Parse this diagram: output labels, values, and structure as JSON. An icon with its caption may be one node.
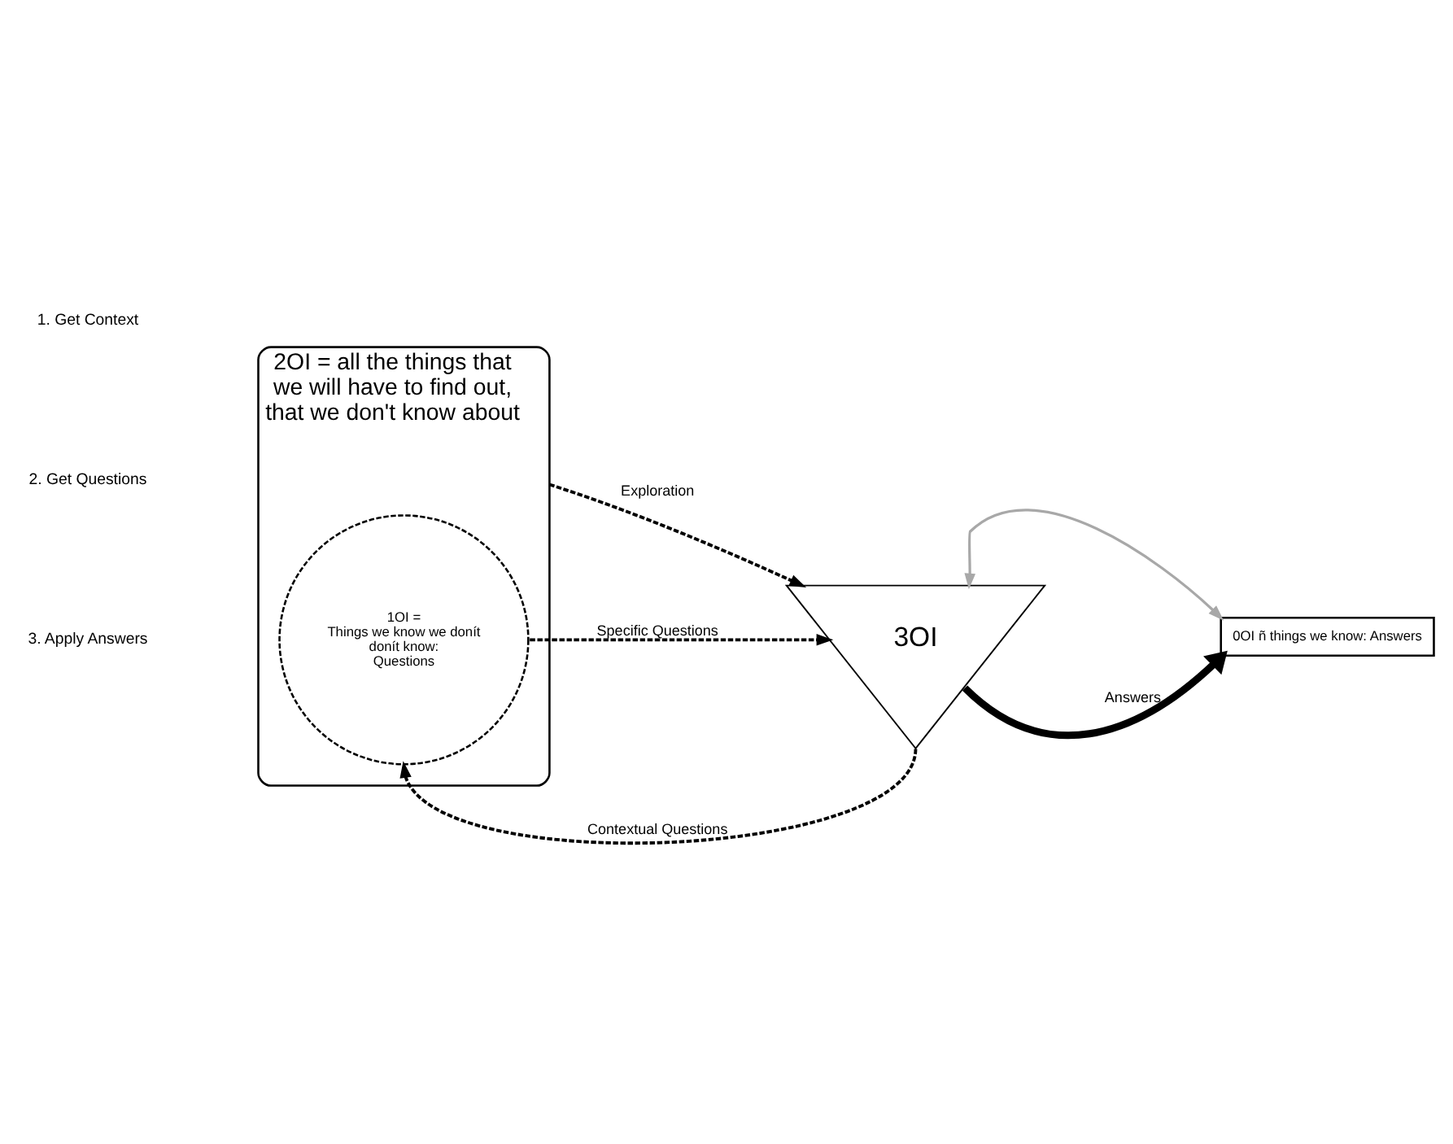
{
  "diagram": {
    "nodes": [
      {
        "text": [
          "2OI = all the things that we will have to find out, that we don't know about"
        ]
      },
      {
        "text": [
          "1OI =",
          "Things we know we donít donít know:",
          "Questions"
        ],
        "in": 0
      },
      {
        "text": [
          "0OI ñ things we know: Answers"
        ]
      },
      {
        "text": [
          "3OI"
        ]
      }
    ],
    "edges": [
      {
        "from": 0,
        "to": 3,
        "arrow": "to",
        "label": "Exploration",
        "style": "dashed"
      },
      {
        "from": 1,
        "to": 3,
        "arrow": "to",
        "label": "Specific Questions",
        "style": "dashed"
      },
      {
        "from": 3,
        "to": 1,
        "arrow": "to",
        "label": "Contextual Questions",
        "style": "dashed"
      },
      {
        "from": 3,
        "to": 2,
        "arrow": "to",
        "label": "Answers",
        "style": "thick"
      },
      {
        "from": 2,
        "to": 3,
        "arrow": "both",
        "color": "#a8a8a8"
      }
    ],
    "legend": [
      {
        "text": "1. Get Context"
      },
      {
        "text": "2. Get Questions"
      },
      {
        "text": "3. Apply Answers"
      }
    ]
  }
}
